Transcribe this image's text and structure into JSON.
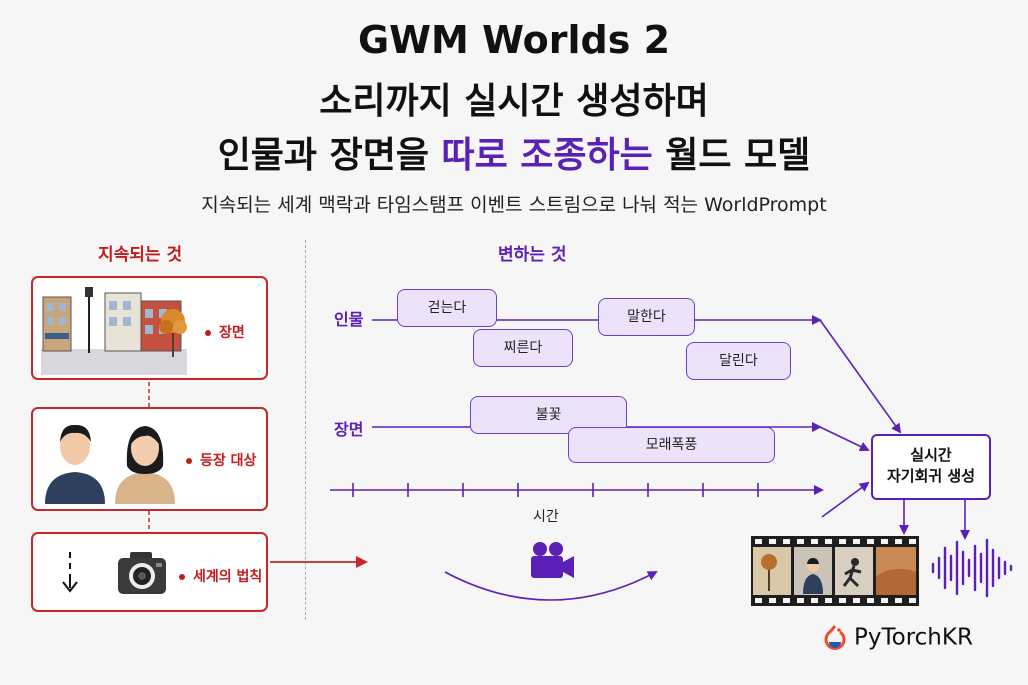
{
  "title": {
    "line1": "GWM Worlds 2",
    "line2": "소리까지 실시간 생성하며",
    "line3_prefix": "인물과 장면을 ",
    "line3_accent": "따로 조종하는",
    "line3_suffix": " 월드 모델"
  },
  "subtitle": "지속되는 세계 맥락과 타임스탬프 이벤트 스트림으로 나눠 적는 WorldPrompt",
  "left_section": {
    "label": "지속되는 것",
    "cards": [
      {
        "label": "장면"
      },
      {
        "label": "등장 대상"
      },
      {
        "label": "세계의 법칙"
      }
    ]
  },
  "right_section": {
    "label": "변하는 것",
    "rows": {
      "character": "인물",
      "scene": "장면"
    },
    "events": {
      "walk": "걷는다",
      "shout": "찌른다",
      "talk": "말한다",
      "run": "달린다",
      "fire": "불꽃",
      "sandstorm": "모래폭풍"
    },
    "time_label": "시간",
    "generator": {
      "line1": "실시간",
      "line2": "자기회귀 생성"
    }
  },
  "brand": "PyTorchKR",
  "colors": {
    "accent_purple": "#5b21b6",
    "accent_red": "#c8262a",
    "event_fill": "#ece3fb"
  },
  "icons": [
    "building-scene-icon",
    "people-icon",
    "camera-icon",
    "arrow-down-icon",
    "video-camera-icon",
    "film-strip-icon",
    "audio-waveform-icon",
    "pytorch-logo-icon"
  ]
}
